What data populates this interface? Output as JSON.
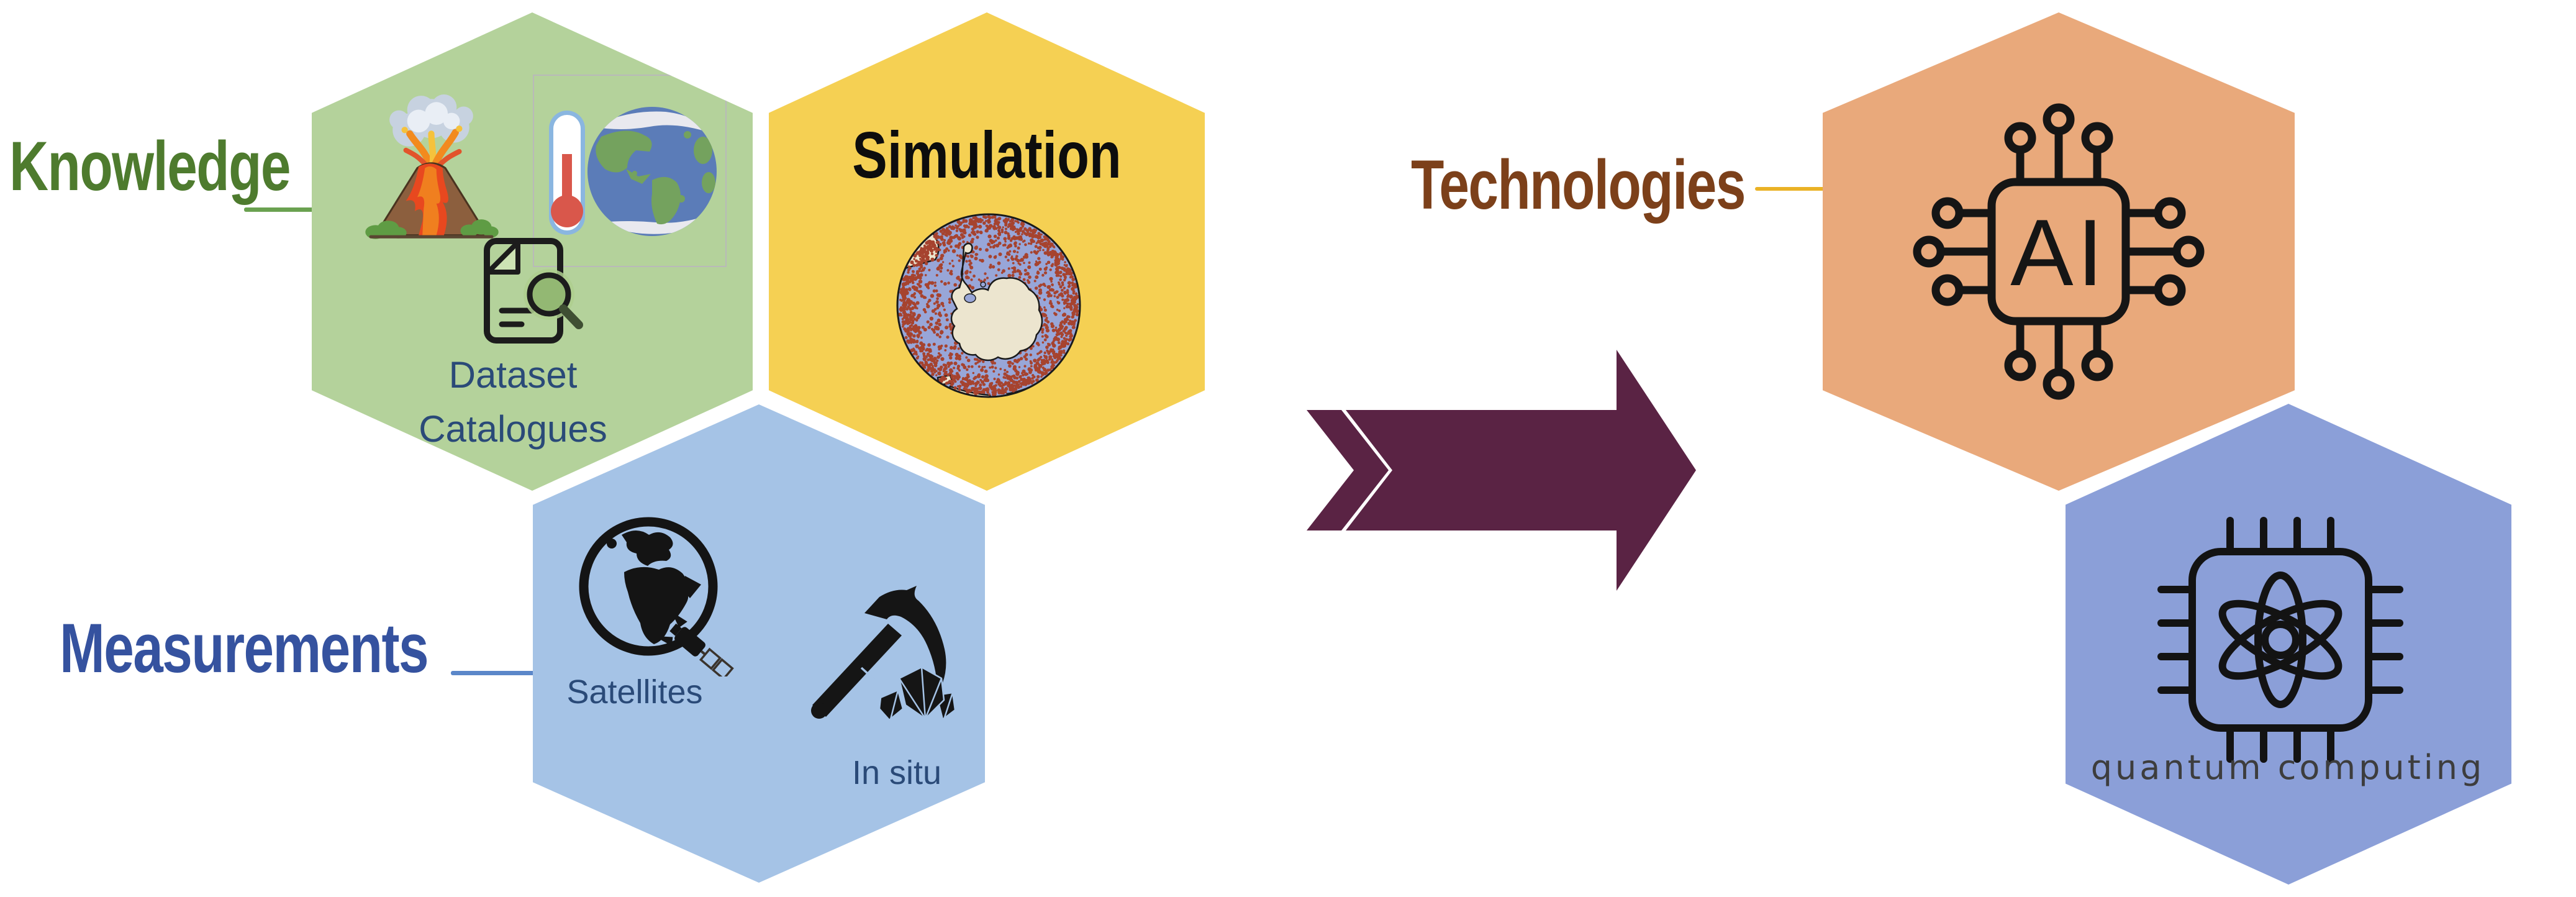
{
  "page": {
    "background": "#ffffff",
    "description": "Hexagon diagram: Knowledge, Simulation and Measurements flow into Technologies (AI, quantum computing)"
  },
  "colors": {
    "bg": "#ffffff",
    "hex_knowledge": "#b4d29b",
    "hex_simulation": "#f5d053",
    "hex_measurements": "#a5c3e6",
    "hex_ai": "#e9a97b",
    "hex_quantum": "#8b9fd8",
    "arrow": "#5a2344",
    "label_knowledge": "#4e7b2e",
    "label_measurements": "#35529f",
    "label_technologies": "#7c401a",
    "simulation_title": "#0d0d0d",
    "inner_text": "#2a4a78",
    "quantum_caption_text": "#3d3d3d",
    "line_knowledge": "#6aa150",
    "line_measurements": "#5b87c9",
    "line_technologies": "#eab226",
    "sim_ocean": "#98a6d8",
    "sim_land": "#ece5cf",
    "sim_dots": "#a6432f"
  },
  "labels": {
    "knowledge": "Knowledge",
    "measurements": "Measurements",
    "technologies": "Technologies"
  },
  "hexagons": {
    "knowledge": {
      "caption_line1": "Dataset",
      "caption_line2": "Catalogues",
      "icons": [
        "volcano-icon",
        "thermometer-icon",
        "earth-globe-icon",
        "document-search-icon"
      ]
    },
    "simulation": {
      "title": "Simulation",
      "icons": [
        "antarctica-simulation-globe-icon"
      ]
    },
    "measurements": {
      "satellites_label": "Satellites",
      "in_situ_label": "In situ",
      "icons": [
        "globe-satellite-icon",
        "rock-hammer-minerals-icon"
      ]
    },
    "ai": {
      "chip_text": "AI",
      "icons": [
        "ai-chip-icon"
      ]
    },
    "quantum": {
      "caption": "quantum computing",
      "icons": [
        "quantum-chip-icon"
      ]
    }
  },
  "arrow": {
    "direction": "right",
    "style": "chevron-block-arrow"
  }
}
